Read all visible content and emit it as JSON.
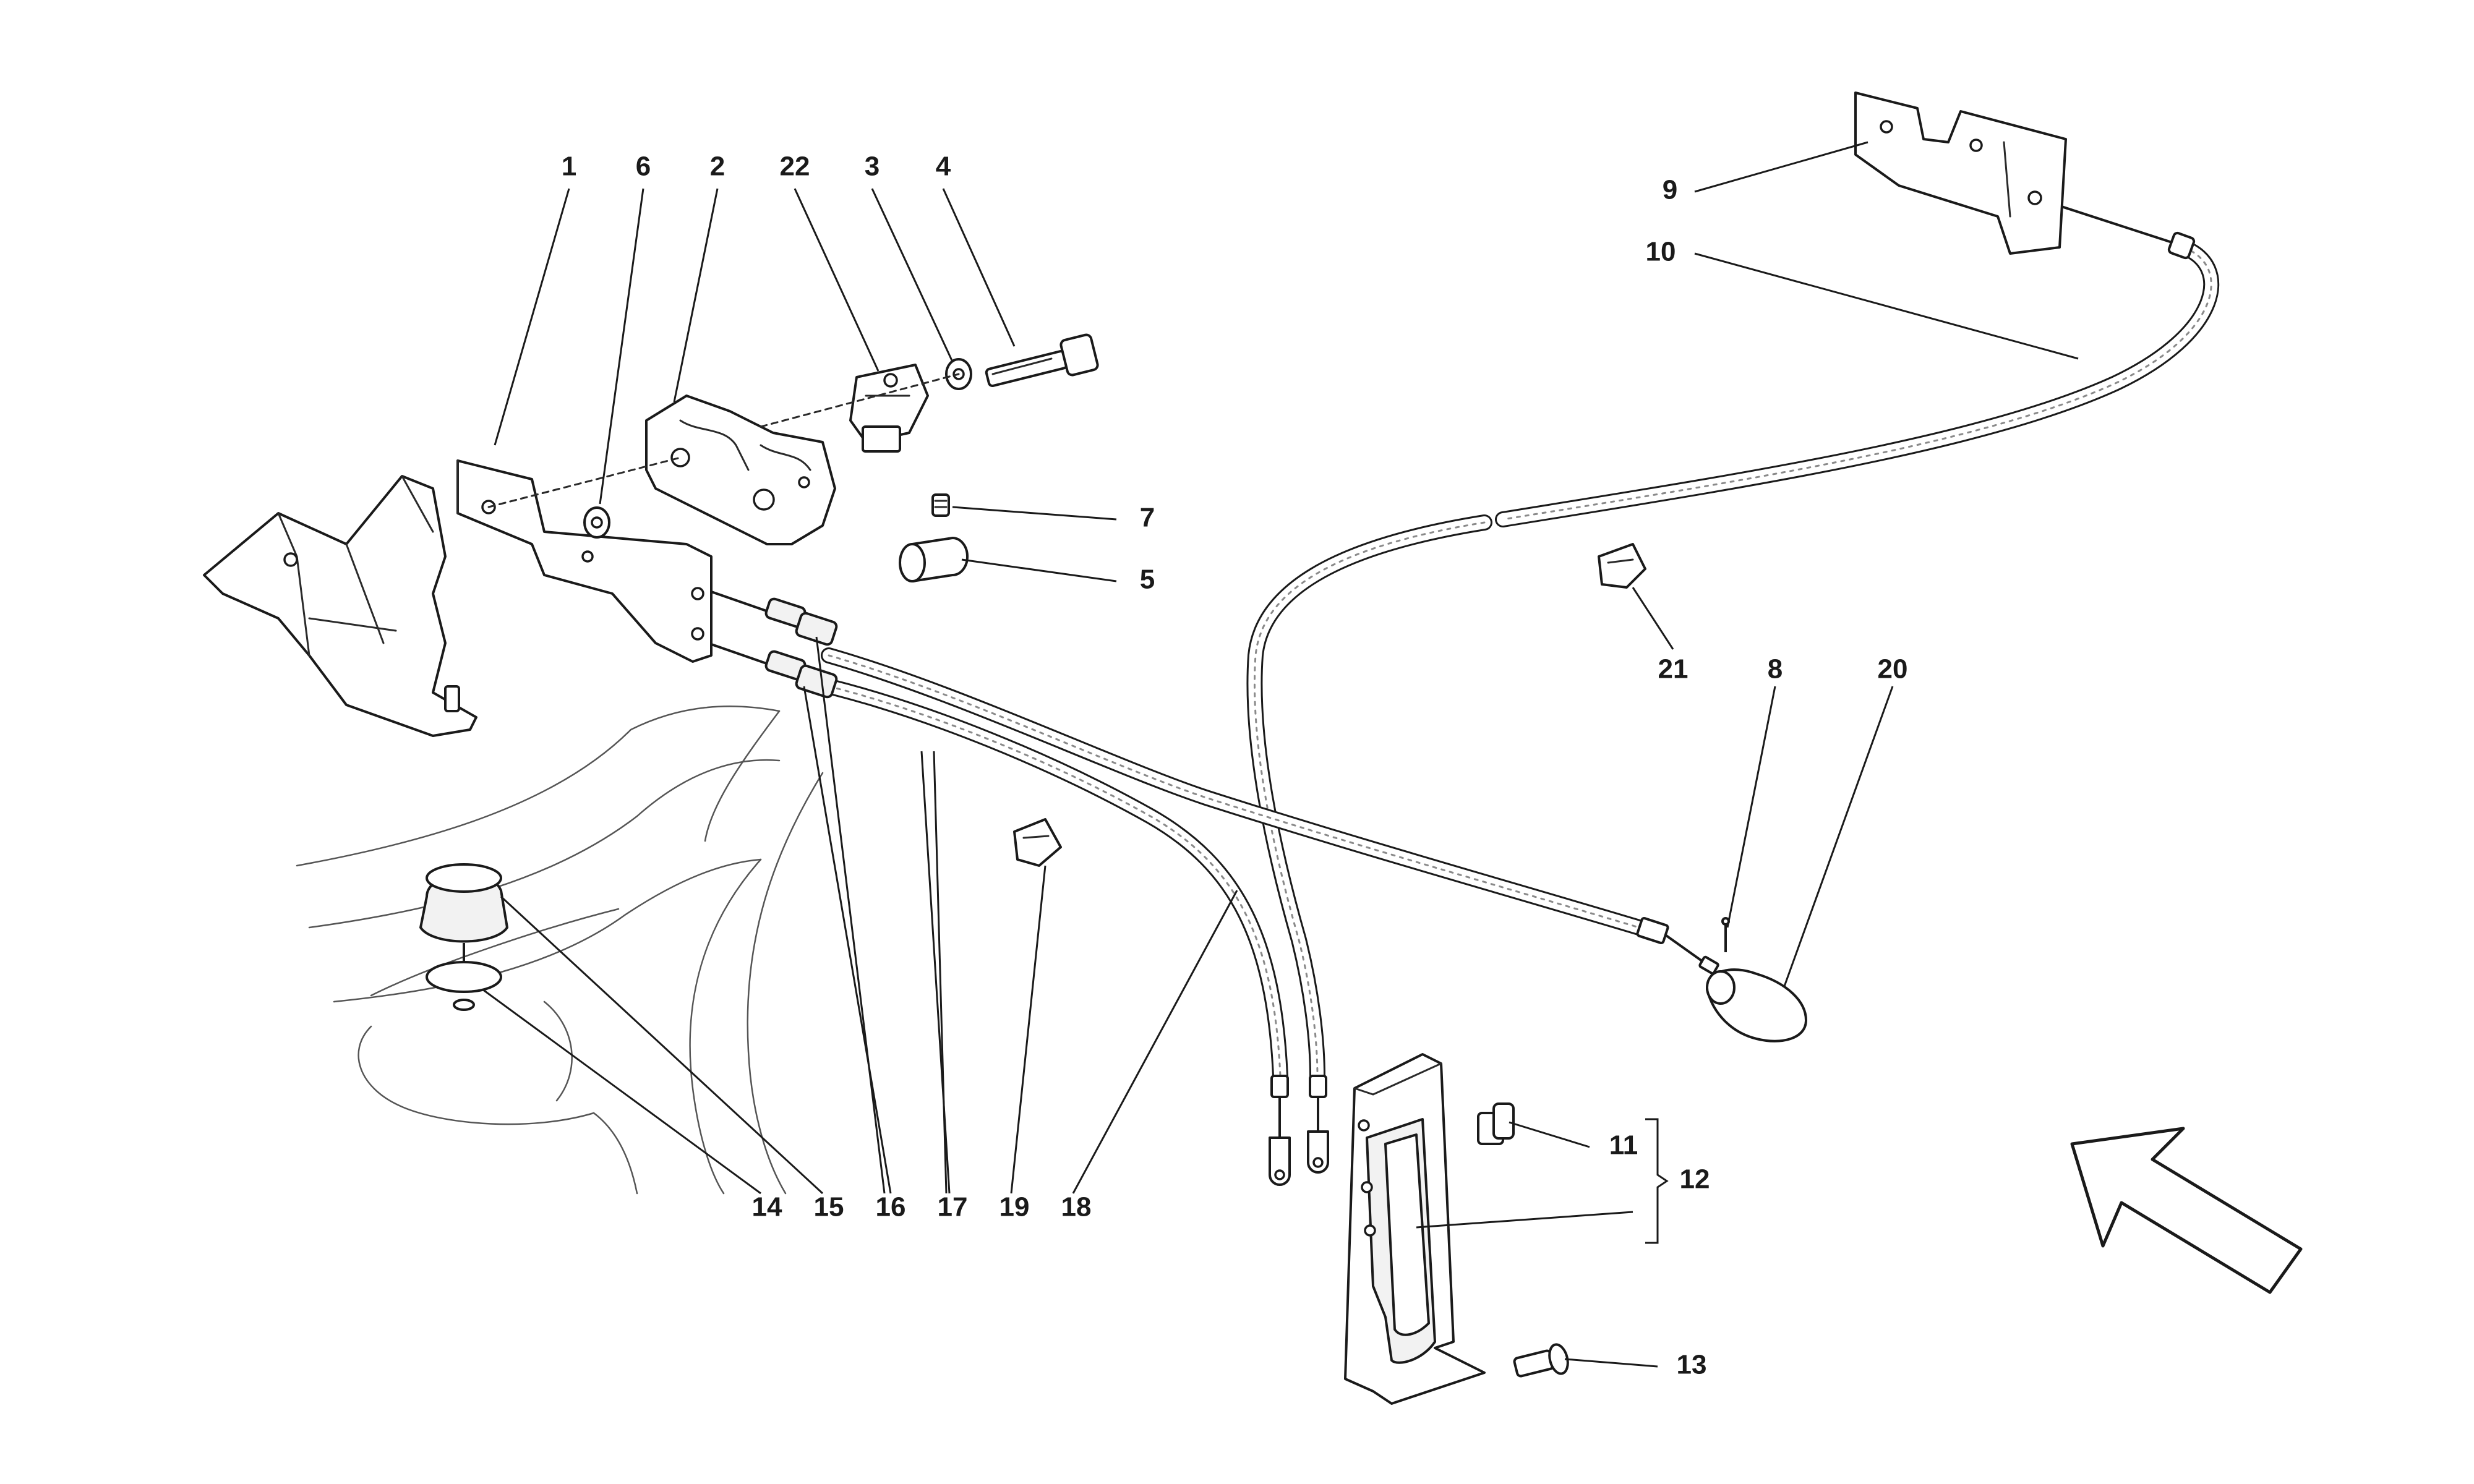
{
  "diagram": {
    "callouts": [
      {
        "id": "1",
        "label": "1"
      },
      {
        "id": "2",
        "label": "2"
      },
      {
        "id": "3",
        "label": "3"
      },
      {
        "id": "4",
        "label": "4"
      },
      {
        "id": "5",
        "label": "5"
      },
      {
        "id": "6",
        "label": "6"
      },
      {
        "id": "7",
        "label": "7"
      },
      {
        "id": "8",
        "label": "8"
      },
      {
        "id": "9",
        "label": "9"
      },
      {
        "id": "10",
        "label": "10"
      },
      {
        "id": "11",
        "label": "11"
      },
      {
        "id": "12",
        "label": "12"
      },
      {
        "id": "13",
        "label": "13"
      },
      {
        "id": "14",
        "label": "14"
      },
      {
        "id": "15",
        "label": "15"
      },
      {
        "id": "16",
        "label": "16"
      },
      {
        "id": "17",
        "label": "17"
      },
      {
        "id": "18",
        "label": "18"
      },
      {
        "id": "19",
        "label": "19"
      },
      {
        "id": "20",
        "label": "20"
      },
      {
        "id": "21",
        "label": "21"
      },
      {
        "id": "22",
        "label": "22"
      }
    ],
    "parts": [
      {
        "name": "latch-support-bracket"
      },
      {
        "name": "hood-latch"
      },
      {
        "name": "latch-mounting-block"
      },
      {
        "name": "washer"
      },
      {
        "name": "bolt"
      },
      {
        "name": "cable-stop-sleeve"
      },
      {
        "name": "grub-screw"
      },
      {
        "name": "cable-end-pin"
      },
      {
        "name": "upper-cable-bracket"
      },
      {
        "name": "release-cable"
      },
      {
        "name": "lever-pivot-screw"
      },
      {
        "name": "release-lever-assembly"
      },
      {
        "name": "lever-fixing-screw"
      },
      {
        "name": "bump-stop-washer"
      },
      {
        "name": "rubber-bump-stop"
      },
      {
        "name": "cable-adjuster"
      },
      {
        "name": "lower-release-cable"
      },
      {
        "name": "main-release-cable"
      },
      {
        "name": "cable-clip"
      },
      {
        "name": "cable-pull-handle"
      },
      {
        "name": "cable-retaining-clip"
      },
      {
        "name": "latch-spacer-block"
      },
      {
        "name": "body-panel"
      },
      {
        "name": "direction-arrow"
      }
    ]
  }
}
